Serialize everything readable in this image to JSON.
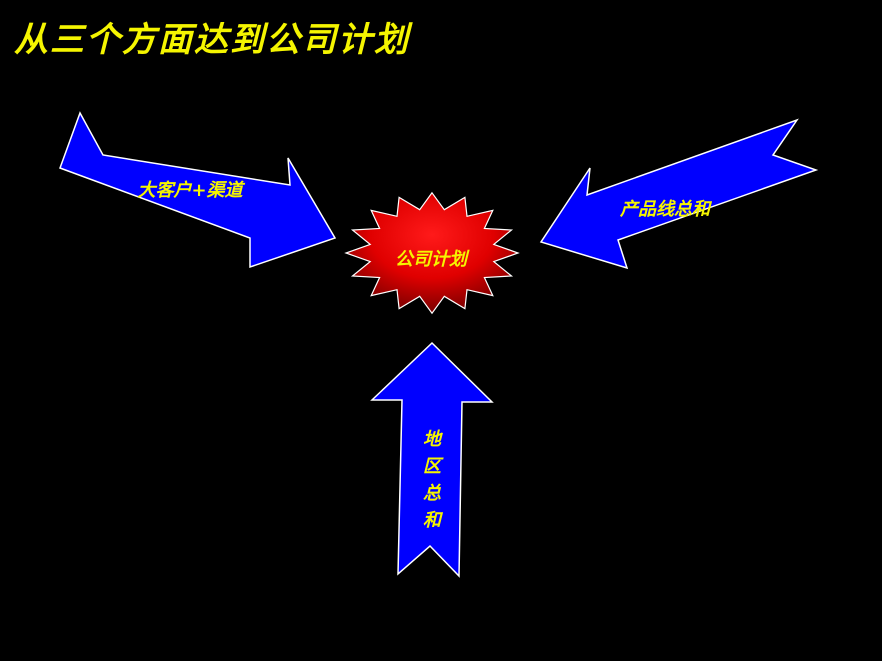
{
  "title": "从三个方面达到公司计划",
  "diagram": {
    "center": {
      "label": "公司计划"
    },
    "arrows": [
      {
        "id": "key-accounts",
        "label": "大客户+渠道"
      },
      {
        "id": "product-lines",
        "label": "产品线总和"
      },
      {
        "id": "regions",
        "label": "地区总和"
      }
    ]
  },
  "colors": {
    "background": "#000000",
    "title": "#f5f500",
    "arrow_fill": "#0000ff",
    "arrow_stroke": "#ffffff",
    "label": "#f5f500",
    "star_light": "#ff1a1a",
    "star_dark": "#8b0000"
  }
}
